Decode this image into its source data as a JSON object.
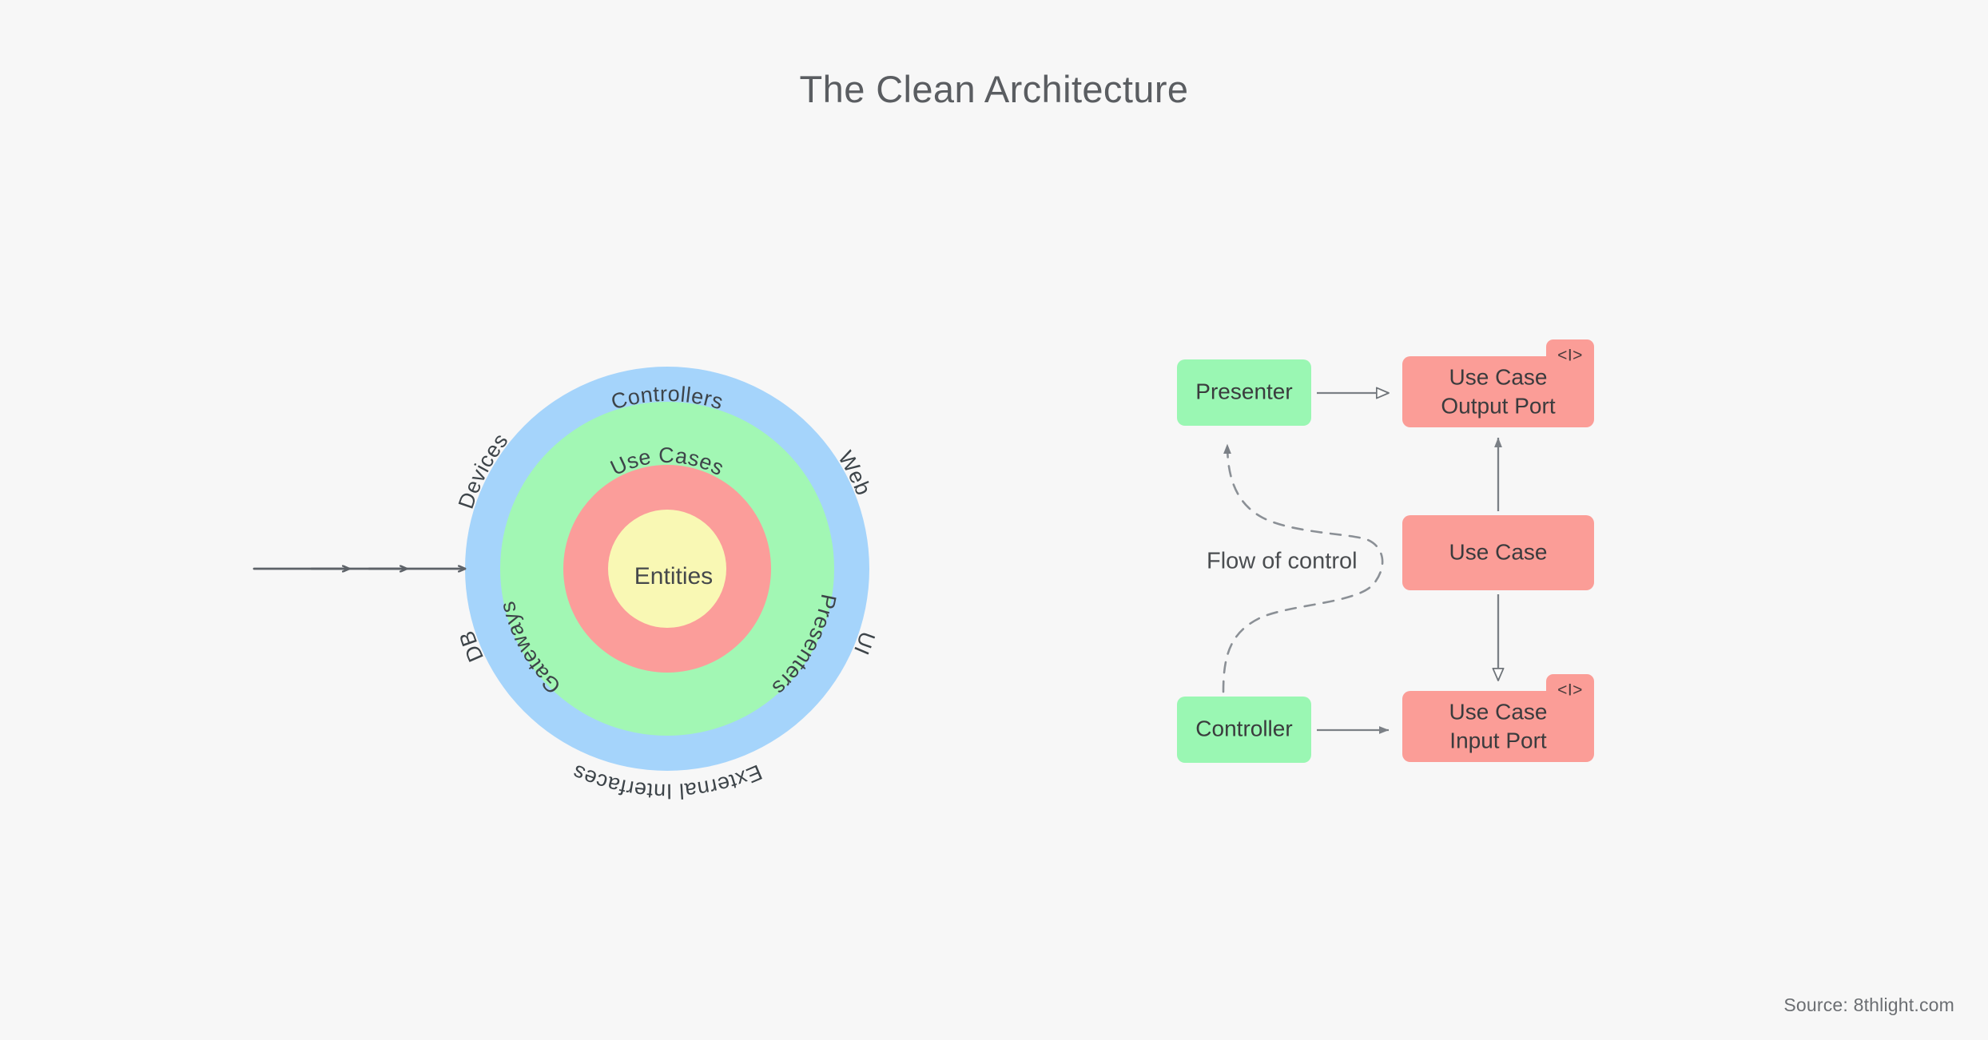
{
  "title": "The Clean Architecture",
  "source": "Source: 8thlight.com",
  "colors": {
    "background": "#f7f7f7",
    "ring_blue": "#a5d4fb",
    "ring_green": "#a2f7b4",
    "ring_red": "#fb9d9a",
    "ring_yellow": "#f9f8b4",
    "box_green": "#9af7b3",
    "box_red": "#fb9d97",
    "arrow_gray": "#5d6268",
    "text_dark": "#3d4449",
    "title_gray": "#5a5d61"
  },
  "diagram": {
    "rings": [
      {
        "name": "enterprise-business-rules",
        "label": "Entities",
        "color": "#f9f8b4"
      },
      {
        "name": "application-business-rules",
        "label": "Use Cases",
        "color": "#fb9d9a"
      },
      {
        "name": "interface-adapters",
        "label": "Controllers",
        "color": "#a2f7b4"
      },
      {
        "name": "frameworks-and-drivers",
        "label": "External Interfaces",
        "color": "#a5d4fb"
      }
    ],
    "ring_labels": [
      {
        "name": "label-controllers",
        "text": "Controllers",
        "ring": "green"
      },
      {
        "name": "label-use-cases",
        "text": "Use Cases",
        "ring": "red"
      },
      {
        "name": "label-entities",
        "text": "Entities",
        "ring": "yellow"
      },
      {
        "name": "label-gateways",
        "text": "Gateways",
        "ring": "green"
      },
      {
        "name": "label-presenters",
        "text": "Presenters",
        "ring": "green"
      },
      {
        "name": "label-devices",
        "text": "Devices",
        "ring": "blue"
      },
      {
        "name": "label-web",
        "text": "Web",
        "ring": "blue"
      },
      {
        "name": "label-db",
        "text": "DB",
        "ring": "blue"
      },
      {
        "name": "label-ui",
        "text": "UI",
        "ring": "blue"
      },
      {
        "name": "label-external-interfaces",
        "text": "External Interfaces",
        "ring": "blue"
      }
    ],
    "dependency_arrows_count": 3
  },
  "flow": {
    "label": "Flow of control",
    "interface_tag": "<I>",
    "boxes": [
      {
        "name": "presenter",
        "label": "Presenter",
        "kind": "class",
        "color": "#9af7b3"
      },
      {
        "name": "use-case-output-port",
        "label": "Use Case\nOutput Port",
        "line1": "Use Case",
        "line2": "Output Port",
        "kind": "interface",
        "color": "#fb9d97"
      },
      {
        "name": "use-case",
        "label": "Use Case",
        "kind": "class",
        "color": "#fb9d97"
      },
      {
        "name": "controller",
        "label": "Controller",
        "kind": "class",
        "color": "#9af7b3"
      },
      {
        "name": "use-case-input-port",
        "label": "Use Case\nInput Port",
        "line1": "Use Case",
        "line2": "Input Port",
        "kind": "interface",
        "color": "#fb9d97"
      }
    ],
    "connectors": [
      {
        "name": "presenter-implements-output-port",
        "from": "presenter",
        "to": "use-case-output-port",
        "style": "solid",
        "head": "hollow-triangle"
      },
      {
        "name": "use-case-uses-output-port",
        "from": "use-case",
        "to": "use-case-output-port",
        "style": "solid",
        "head": "solid-arrow"
      },
      {
        "name": "use-case-implements-input-port",
        "from": "use-case",
        "to": "use-case-input-port",
        "style": "solid",
        "head": "hollow-triangle"
      },
      {
        "name": "controller-calls-input-port",
        "from": "controller",
        "to": "use-case-input-port",
        "style": "solid",
        "head": "solid-arrow"
      },
      {
        "name": "flow-of-control",
        "from": "controller",
        "to": "presenter",
        "style": "dashed",
        "head": "solid-arrow"
      }
    ]
  }
}
